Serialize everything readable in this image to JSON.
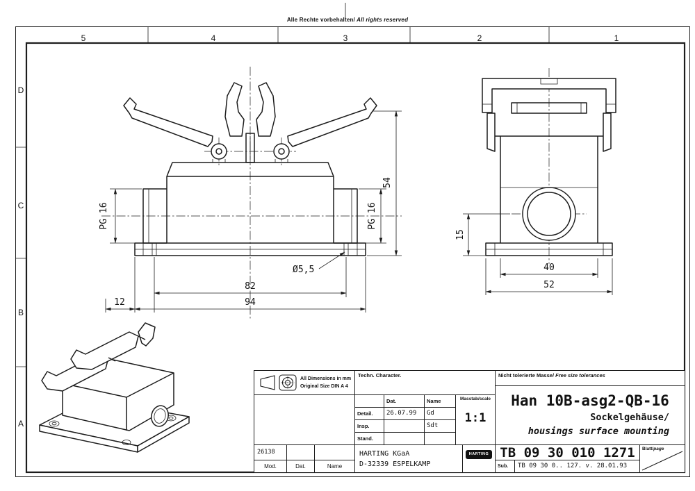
{
  "frame": {
    "copyright_de": "Alle Rechte vorbehalten/",
    "copyright_en": " All rights reserved",
    "zones_top": [
      "5",
      "4",
      "3",
      "2",
      "1"
    ],
    "zones_left": [
      "D",
      "C",
      "B",
      "A"
    ]
  },
  "dims": {
    "front_height": "54",
    "front_pg_left": "PG 16",
    "front_pg_right": "PG 16",
    "front_hole_dia": "Ø5,5",
    "front_hole_span": "82",
    "front_flange_width": "94",
    "front_offset": "12",
    "side_entry_height": "15",
    "side_body_width": "40",
    "side_flange_width": "52"
  },
  "titleblock": {
    "dims_note_1": "All Dimensions in mm",
    "dims_note_2": "Original Size DIN A 4",
    "tech_char": "Techn. Character.",
    "tolerance_note_de": "Nicht tolerierte Masse/",
    "tolerance_note_en": " Free size tolerances",
    "approval": {
      "col_dat": "Dat.",
      "col_name": "Name",
      "rows": [
        {
          "label": "Detail.",
          "dat": "26.07.99",
          "name": "Gd"
        },
        {
          "label": "Insp.",
          "dat": "",
          "name": "Sdt"
        },
        {
          "label": "Stand.",
          "dat": "",
          "name": ""
        }
      ]
    },
    "scale_label": "Masstab/scale",
    "scale_value": "1:1",
    "part_number": "Han 10B-asg2-QB-16",
    "part_desc_de": "Sockelgehäuse/",
    "part_desc_en": "housings surface mounting",
    "order_number": "26138",
    "mod_label": "Mod.",
    "dat_label": "Dat.",
    "name_label": "Name",
    "company_name": "HARTING KGaA",
    "company_city": "D-32339 ESPELKAMP",
    "logo_text": "HARTING",
    "doc_number": "TB 09 30 010 1271",
    "page_label_de": "Blatt/",
    "page_label_en": "page",
    "sub_label": "Sub.",
    "sub_value": "TB 09 30 0.. 127. v. 28.01.93"
  }
}
